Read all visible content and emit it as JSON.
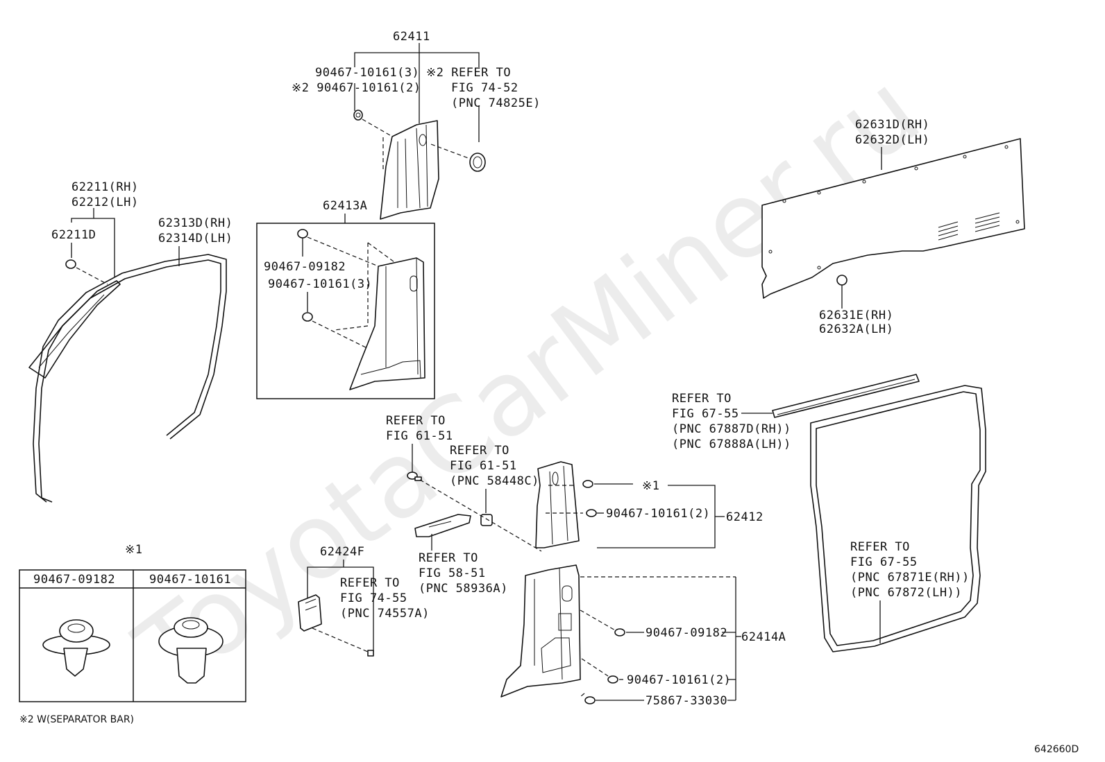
{
  "diagram": {
    "id_code": "642660D",
    "watermark": "ToyotaCarMiner.ru",
    "footnote": "※2 W(SEPARATOR BAR)"
  },
  "labels": {
    "p62411": "62411",
    "p62411_clip1": "90467-10161(3)",
    "p62411_clip2": "※2 90467-10161(2)",
    "p62411_ref1": "※2 REFER TO",
    "p62411_ref2": "FIG 74-52",
    "p62411_ref3": "(PNC 74825E)",
    "p62211_rh": "62211(RH)",
    "p62212_lh": "62212(LH)",
    "p62211d": "62211D",
    "p62313d_rh": "62313D(RH)",
    "p62314d_lh": "62314D(LH)",
    "p62413a": "62413A",
    "p62413a_clip1": "90467-09182",
    "p62413a_clip2": "90467-10161(3)",
    "p62631d_rh": "62631D(RH)",
    "p62632d_lh": "62632D(LH)",
    "p62631e_rh": "62631E(RH)",
    "p62632a_lh": "62632A(LH)",
    "ref_6755a_1": "REFER TO",
    "ref_6755a_2": "FIG 67-55",
    "ref_6755a_3": "(PNC 67887D(RH))",
    "ref_6755a_4": "(PNC 67888A(LH))",
    "ref_6151a_1": "REFER TO",
    "ref_6151a_2": "FIG 61-51",
    "ref_6151b_1": "REFER TO",
    "ref_6151b_2": "FIG 61-51",
    "ref_6151b_3": "(PNC 58448C)",
    "note1_a": "※1",
    "p62412_clip": "90467-10161(2)",
    "p62412": "62412",
    "ref_5851_1": "REFER TO",
    "ref_5851_2": "FIG 58-51",
    "ref_5851_3": "(PNC 58936A)",
    "p62424f": "62424F",
    "ref_7455_1": "REFER TO",
    "ref_7455_2": "FIG 74-55",
    "ref_7455_3": "(PNC 74557A)",
    "ref_6755b_1": "REFER TO",
    "ref_6755b_2": "FIG 67-55",
    "ref_6755b_3": "(PNC 67871E(RH))",
    "ref_6755b_4": "(PNC 67872(LH))",
    "p62414a_clip1": "90467-09182",
    "p62414a_clip2": "90467-10161(2)",
    "p62414a_clip3": "75867-33030",
    "p62414a": "62414A",
    "note1_b": "※1"
  },
  "legend_table": {
    "col1": "90467-09182",
    "col2": "90467-10161"
  }
}
